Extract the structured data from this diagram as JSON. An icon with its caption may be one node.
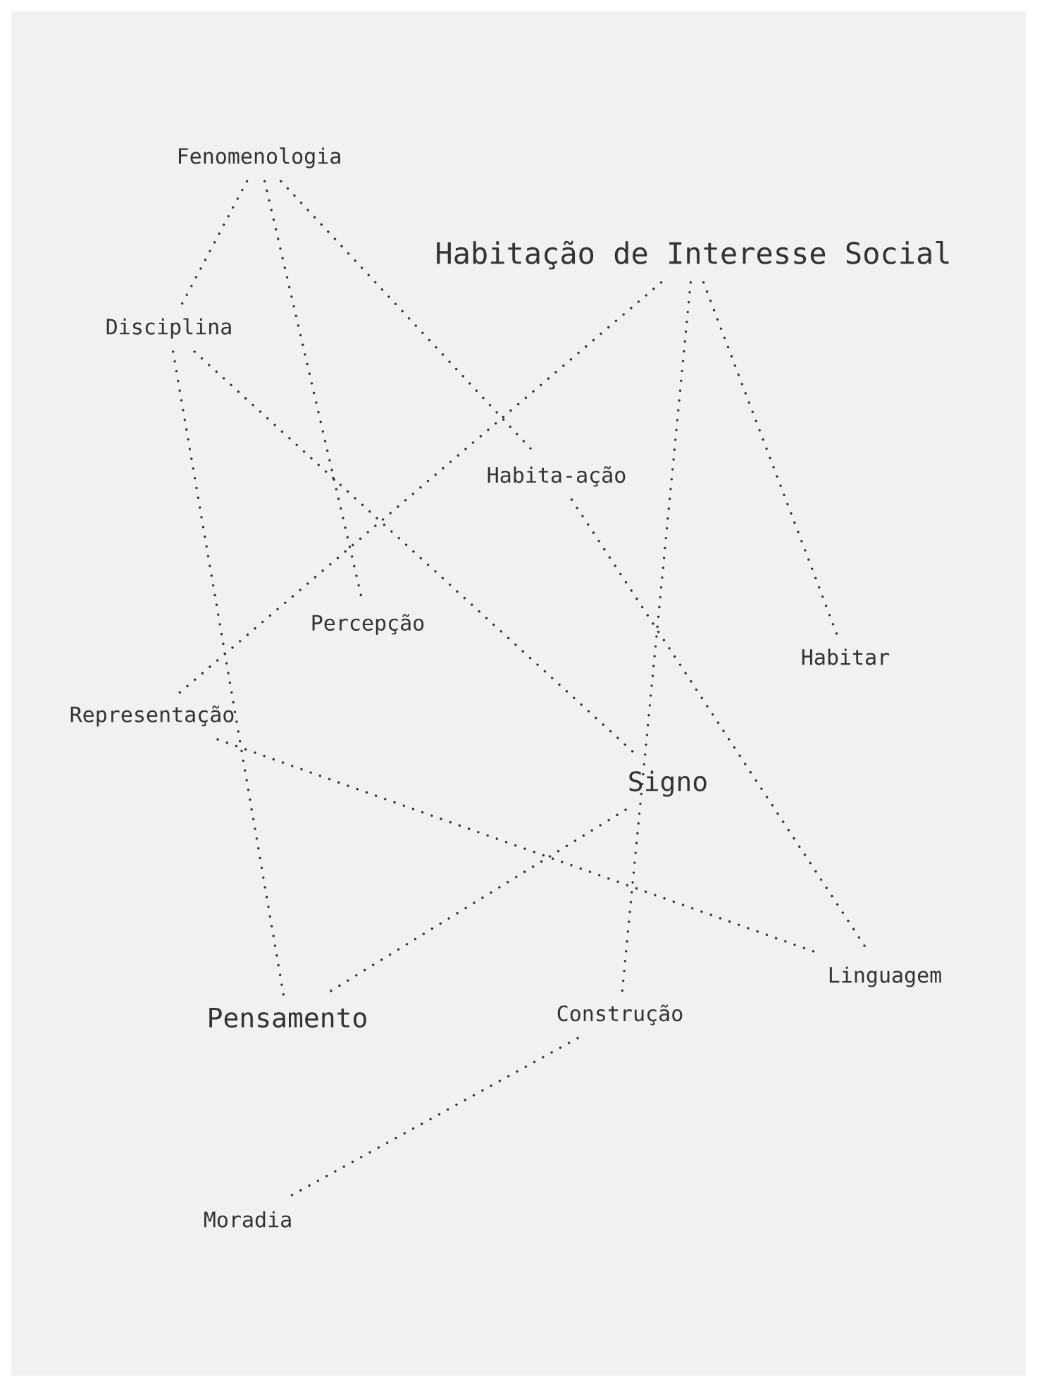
{
  "diagram": {
    "nodes": [
      {
        "text": [
          "Fenomenologia"
        ]
      },
      {
        "text": [
          "Habitação de Interesse Social"
        ]
      },
      {
        "text": [
          "Disciplina"
        ]
      },
      {
        "text": [
          "Habita-ação"
        ]
      },
      {
        "text": [
          "Percepção"
        ]
      },
      {
        "text": [
          "Habitar"
        ]
      },
      {
        "text": [
          "Representação"
        ]
      },
      {
        "text": [
          "Signo"
        ]
      },
      {
        "text": [
          "Linguagem"
        ]
      },
      {
        "text": [
          "Pensamento"
        ]
      },
      {
        "text": [
          "Construção"
        ]
      },
      {
        "text": [
          "Moradia"
        ]
      }
    ],
    "edges": [
      {
        "from": 0,
        "to": 2,
        "arrow": "none"
      },
      {
        "from": 0,
        "to": 4,
        "arrow": "none"
      },
      {
        "from": 0,
        "to": 3,
        "arrow": "none"
      },
      {
        "from": 1,
        "to": 6,
        "arrow": "none"
      },
      {
        "from": 1,
        "to": 10,
        "arrow": "none"
      },
      {
        "from": 1,
        "to": 5,
        "arrow": "none"
      },
      {
        "from": 2,
        "to": 7,
        "arrow": "none"
      },
      {
        "from": 2,
        "to": 9,
        "arrow": "none"
      },
      {
        "from": 3,
        "to": 8,
        "arrow": "none"
      },
      {
        "from": 6,
        "to": 8,
        "arrow": "none"
      },
      {
        "from": 7,
        "to": 9,
        "arrow": "none"
      },
      {
        "from": 10,
        "to": 11,
        "arrow": "none"
      }
    ]
  }
}
